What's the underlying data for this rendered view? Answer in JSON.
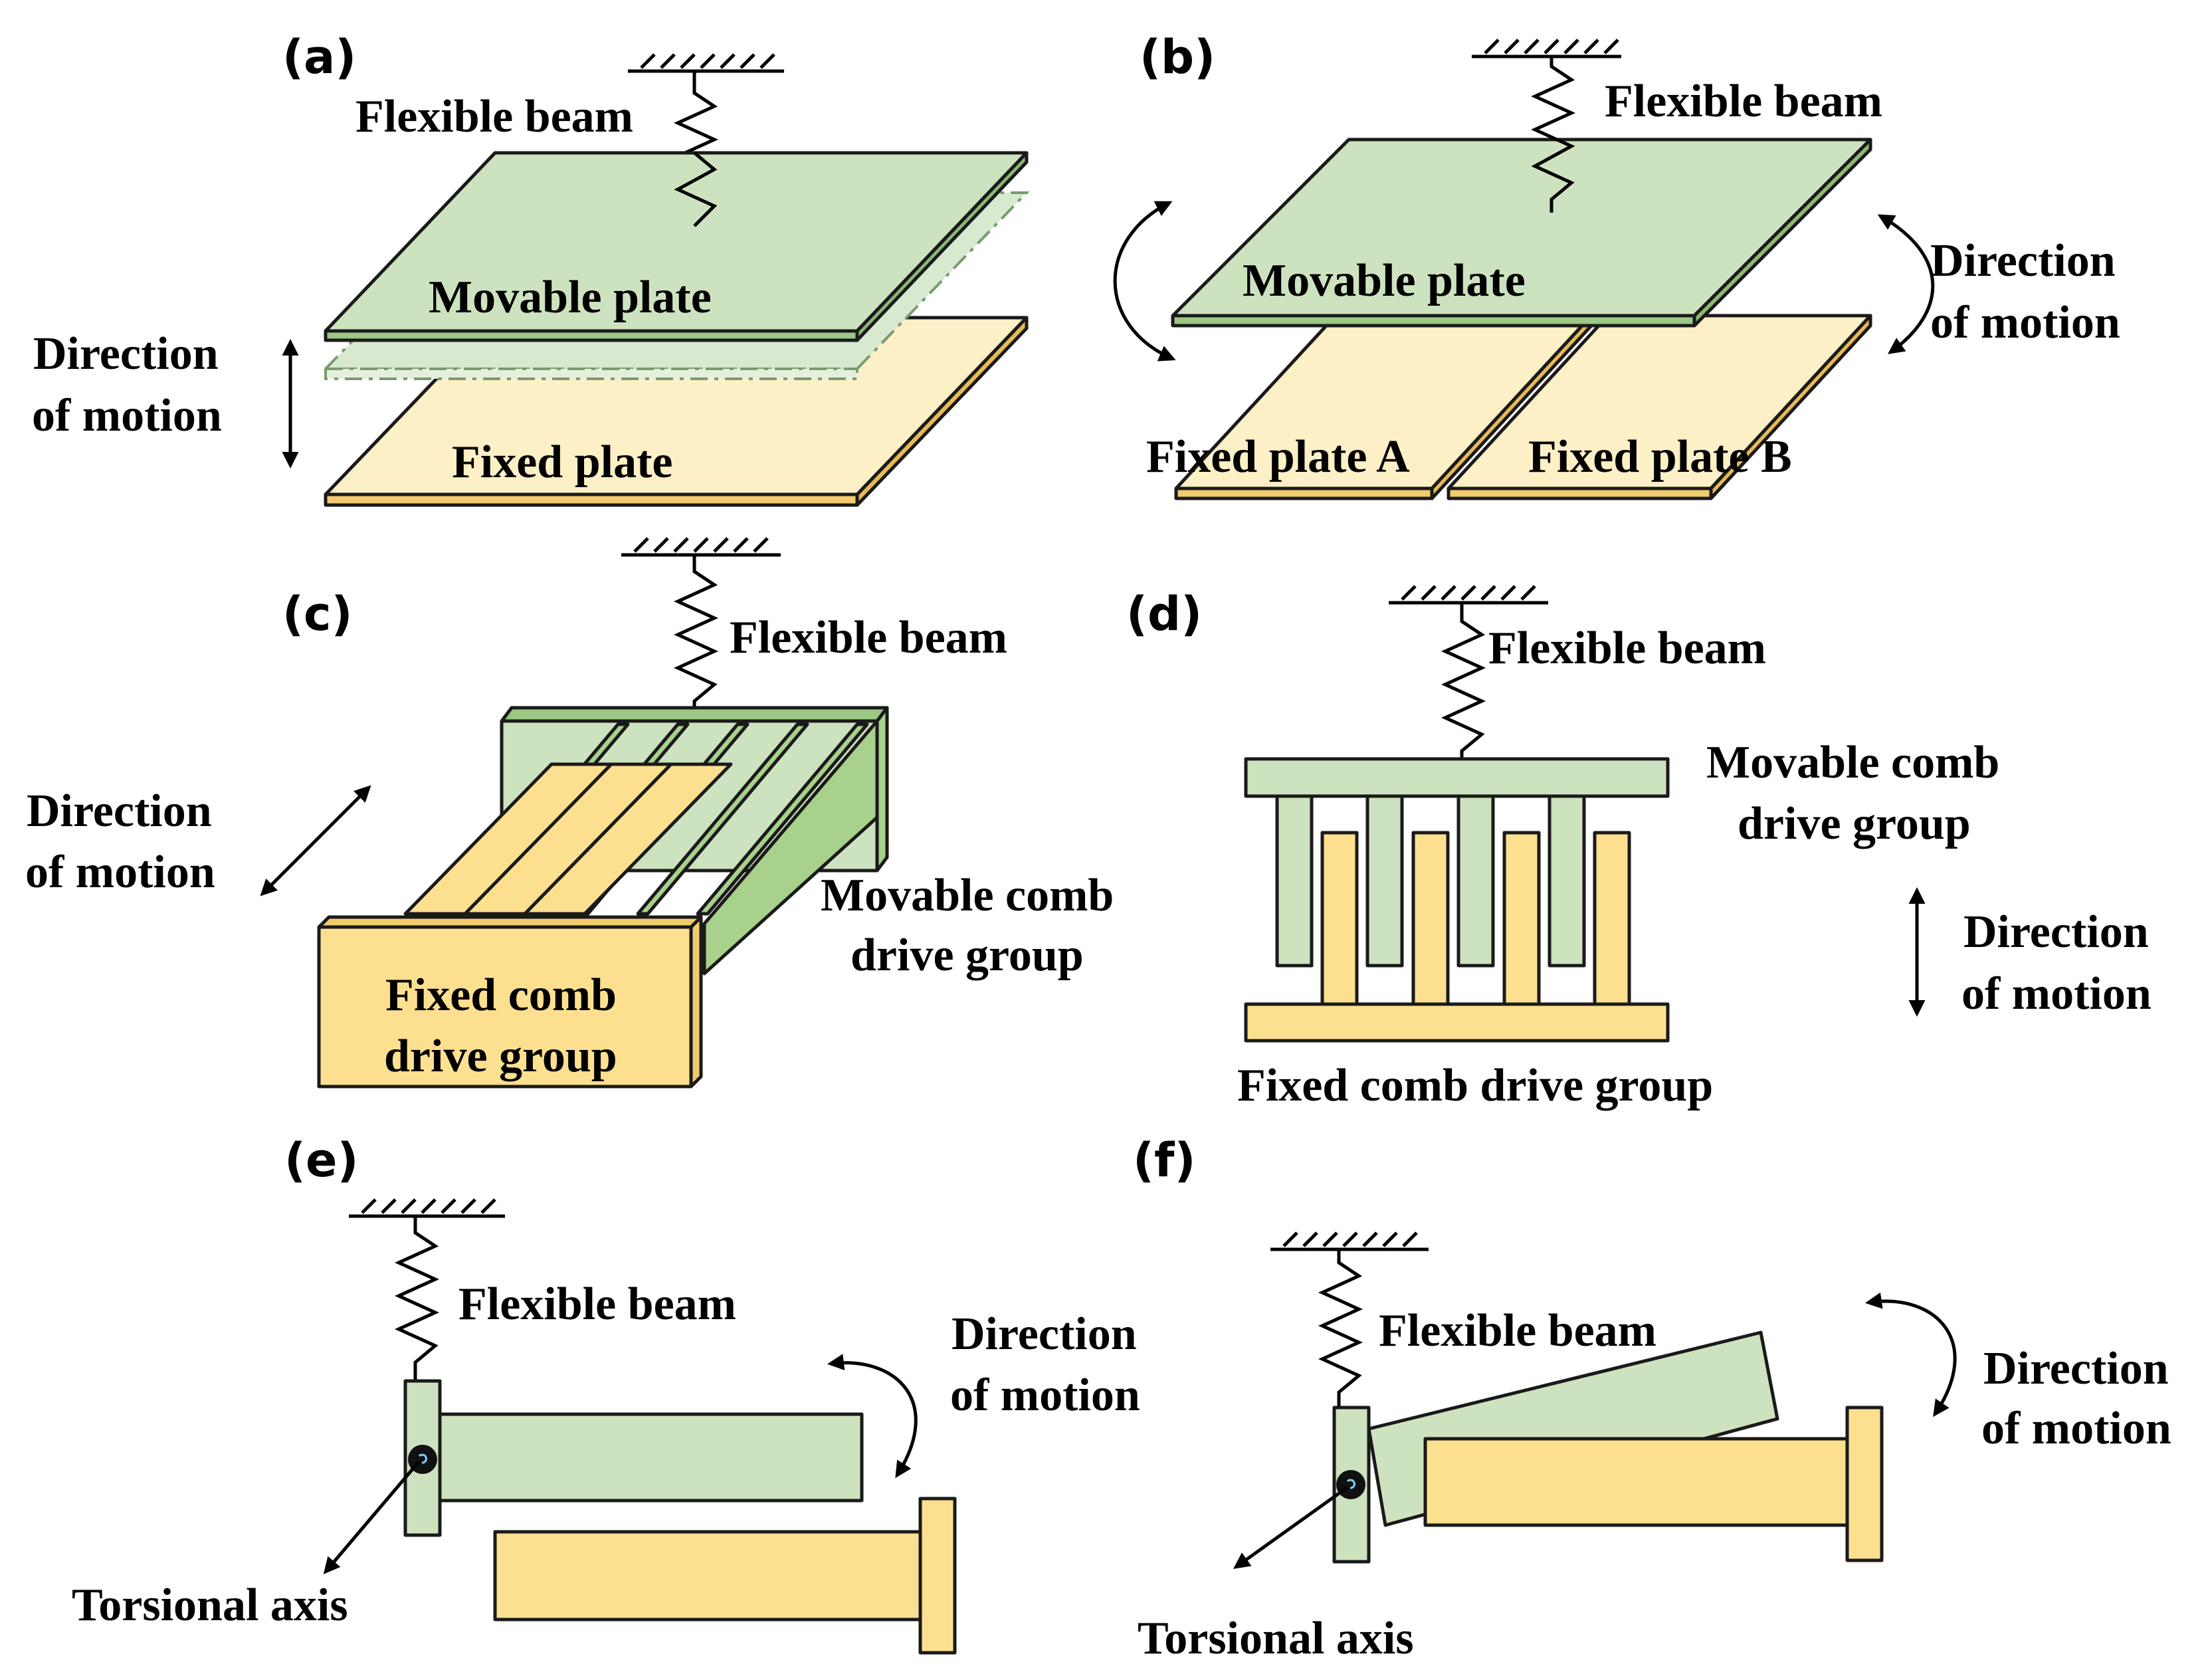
{
  "panels": {
    "a": {
      "tag": "(a)",
      "flexible_beam": "Flexible beam",
      "movable_plate": "Movable plate",
      "fixed_plate": "Fixed plate",
      "direction_1": "Direction",
      "direction_2": "of motion"
    },
    "b": {
      "tag": "(b)",
      "flexible_beam": "Flexible beam",
      "movable_plate": "Movable plate",
      "fixed_plate_a": "Fixed plate A",
      "fixed_plate_b": "Fixed plate B",
      "direction_1": "Direction",
      "direction_2": "of motion"
    },
    "c": {
      "tag": "(c)",
      "flexible_beam": "Flexible beam",
      "movable_comb_1": "Movable comb",
      "movable_comb_2": "drive group",
      "fixed_comb_1": "Fixed comb",
      "fixed_comb_2": "drive group",
      "direction_1": "Direction",
      "direction_2": "of motion"
    },
    "d": {
      "tag": "(d)",
      "flexible_beam": "Flexible beam",
      "movable_comb_1": "Movable comb",
      "movable_comb_2": "drive group",
      "fixed_comb": "Fixed comb drive group",
      "direction_1": "Direction",
      "direction_2": "of motion"
    },
    "e": {
      "tag": "(e)",
      "flexible_beam": "Flexible beam",
      "torsional_axis": "Torsional axis",
      "direction_1": "Direction",
      "direction_2": "of motion"
    },
    "f": {
      "tag": "(f)",
      "flexible_beam": "Flexible beam",
      "torsional_axis": "Torsional axis",
      "direction_1": "Direction",
      "direction_2": "of motion"
    }
  },
  "colors": {
    "movable_fill": "#cde3bf",
    "movable_edge": "#9cc785",
    "movable_dark": "#a8d18b",
    "fixed_fill": "#fdefc6",
    "fixed_edge": "#f0cc6e",
    "fixed_comb_fill": "#fde08f",
    "outline": "#1a1a1a",
    "text": "#000000"
  }
}
